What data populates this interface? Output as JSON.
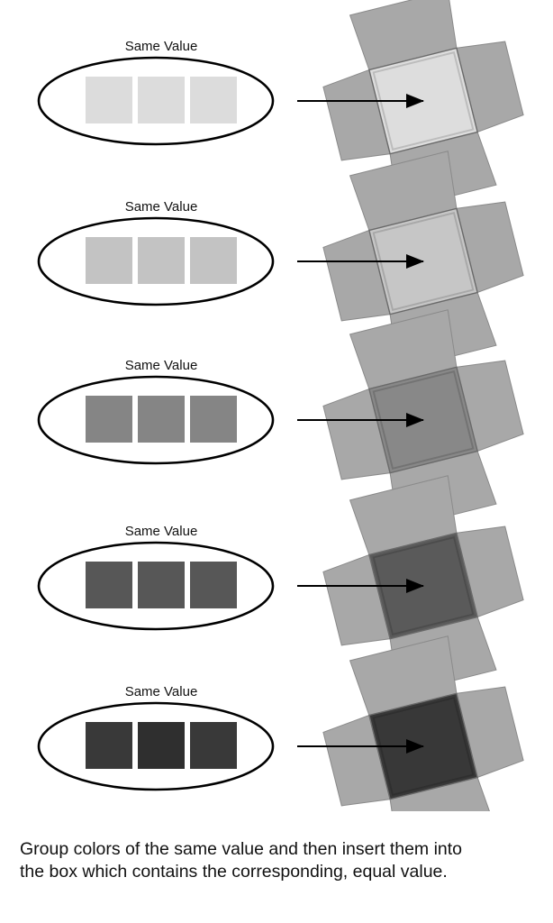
{
  "rows": [
    {
      "label": "Same Value",
      "swatches": [
        "#dcdcdc",
        "#dcdcdc",
        "#dcdcdc"
      ],
      "box_fill": "#dddddd"
    },
    {
      "label": "Same Value",
      "swatches": [
        "#c3c3c3",
        "#c3c3c3",
        "#c3c3c3"
      ],
      "box_fill": "#c6c6c6"
    },
    {
      "label": "Same Value",
      "swatches": [
        "#858585",
        "#858585",
        "#858585"
      ],
      "box_fill": "#888888"
    },
    {
      "label": "Same Value",
      "swatches": [
        "#575757",
        "#575757",
        "#575757"
      ],
      "box_fill": "#5a5a5a"
    },
    {
      "label": "Same Value",
      "swatches": [
        "#393939",
        "#2f2f2f",
        "#393939"
      ],
      "box_fill": "#383838"
    }
  ],
  "flap_color": "#a8a8a8",
  "flap_edge_color": "#8a8a8a",
  "caption": {
    "line1": "Group colors of the same value and then insert them into",
    "line2": "the box which contains the corresponding, equal value."
  }
}
